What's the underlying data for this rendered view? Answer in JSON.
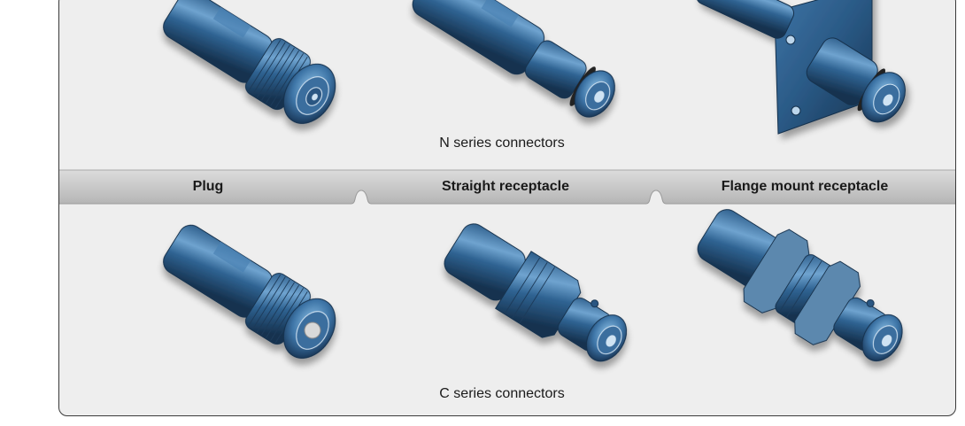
{
  "top_section": {
    "caption": "N series connectors"
  },
  "headers": [
    "Plug",
    "Straight receptacle",
    "Flange mount receptacle"
  ],
  "bottom_section": {
    "caption": "C series connectors"
  },
  "colors": {
    "connector_blue": "#2f5f8c",
    "connector_dark": "#1b3654",
    "connector_light": "#7fb0d8",
    "band": "#c9c9c9"
  }
}
